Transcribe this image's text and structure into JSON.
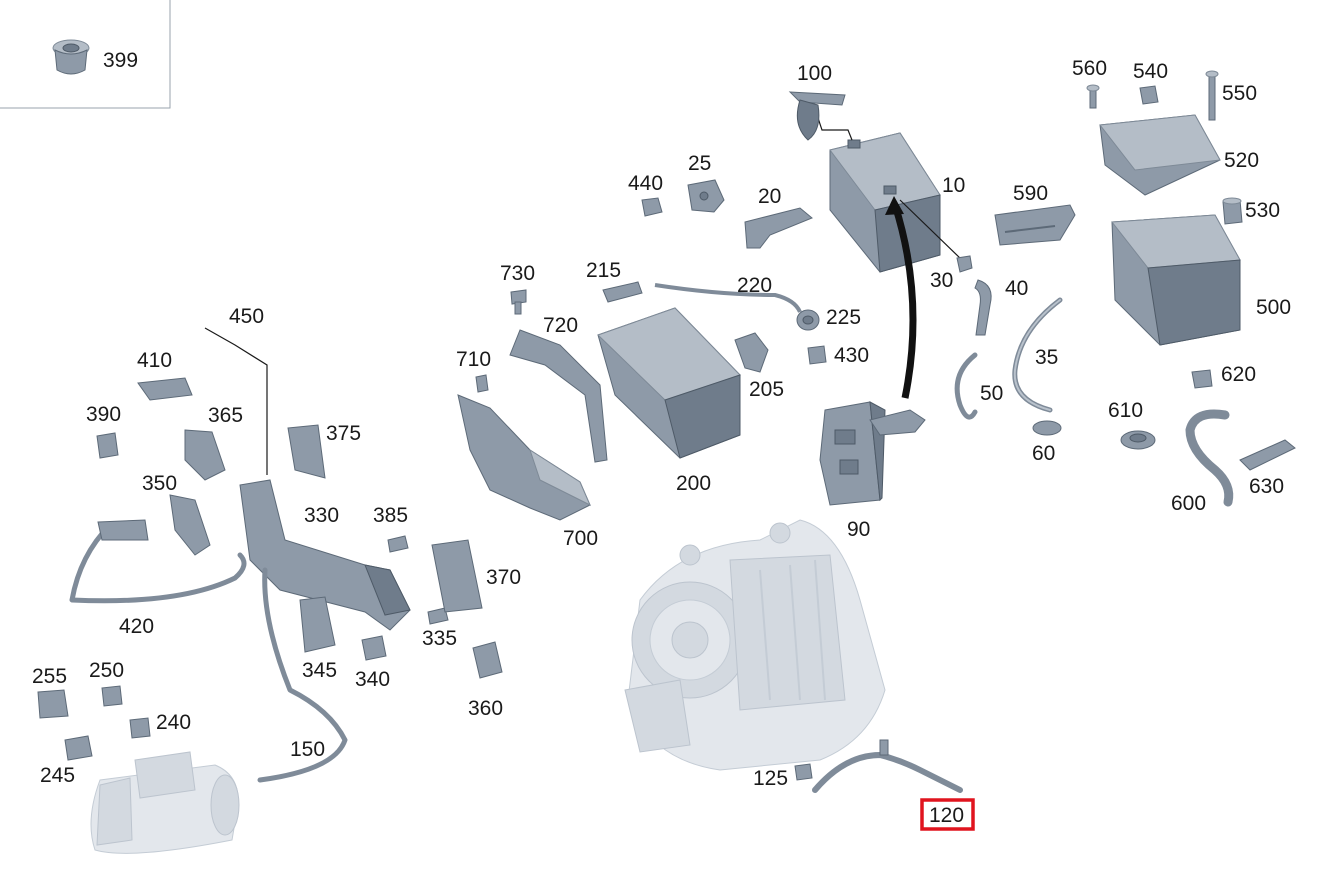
{
  "diagram": {
    "highlighted_label": "120",
    "highlight_color": "#e0141e",
    "inset": {
      "label": "399"
    },
    "labels": {
      "p10": "10",
      "p20": "20",
      "p25": "25",
      "p30": "30",
      "p35": "35",
      "p40": "40",
      "p50": "50",
      "p60": "60",
      "p90": "90",
      "p100": "100",
      "p120": "120",
      "p125": "125",
      "p150": "150",
      "p200": "200",
      "p205": "205",
      "p215": "215",
      "p220": "220",
      "p225": "225",
      "p240": "240",
      "p245": "245",
      "p250": "250",
      "p255": "255",
      "p330": "330",
      "p335": "335",
      "p340": "340",
      "p345": "345",
      "p350": "350",
      "p360": "360",
      "p365": "365",
      "p370": "370",
      "p375": "375",
      "p385": "385",
      "p390": "390",
      "p410": "410",
      "p420": "420",
      "p430": "430",
      "p440": "440",
      "p450": "450",
      "p500": "500",
      "p520": "520",
      "p530": "530",
      "p540": "540",
      "p550": "550",
      "p560": "560",
      "p590": "590",
      "p600": "600",
      "p610": "610",
      "p620": "620",
      "p630": "630",
      "p700": "700",
      "p710": "710",
      "p720": "720",
      "p730": "730"
    }
  }
}
